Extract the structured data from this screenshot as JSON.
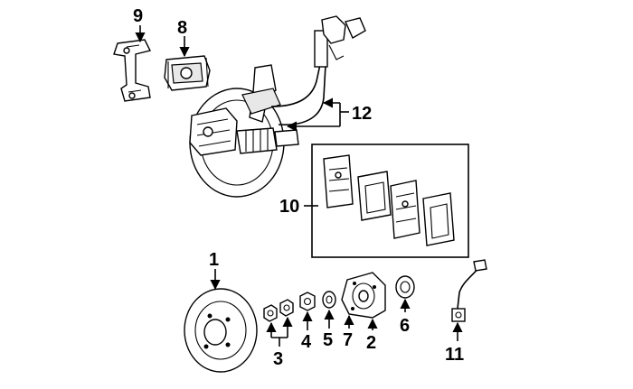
{
  "callouts": [
    {
      "id": "c1",
      "label": "1"
    },
    {
      "id": "c2",
      "label": "2"
    },
    {
      "id": "c3",
      "label": "3"
    },
    {
      "id": "c4",
      "label": "4"
    },
    {
      "id": "c5",
      "label": "5"
    },
    {
      "id": "c6",
      "label": "6"
    },
    {
      "id": "c7",
      "label": "7"
    },
    {
      "id": "c8",
      "label": "8"
    },
    {
      "id": "c9",
      "label": "9"
    },
    {
      "id": "c10",
      "label": "10"
    },
    {
      "id": "c11",
      "label": "11"
    },
    {
      "id": "c12",
      "label": "12"
    }
  ],
  "colors": {
    "ink": "#000000",
    "paper": "#ffffff"
  }
}
